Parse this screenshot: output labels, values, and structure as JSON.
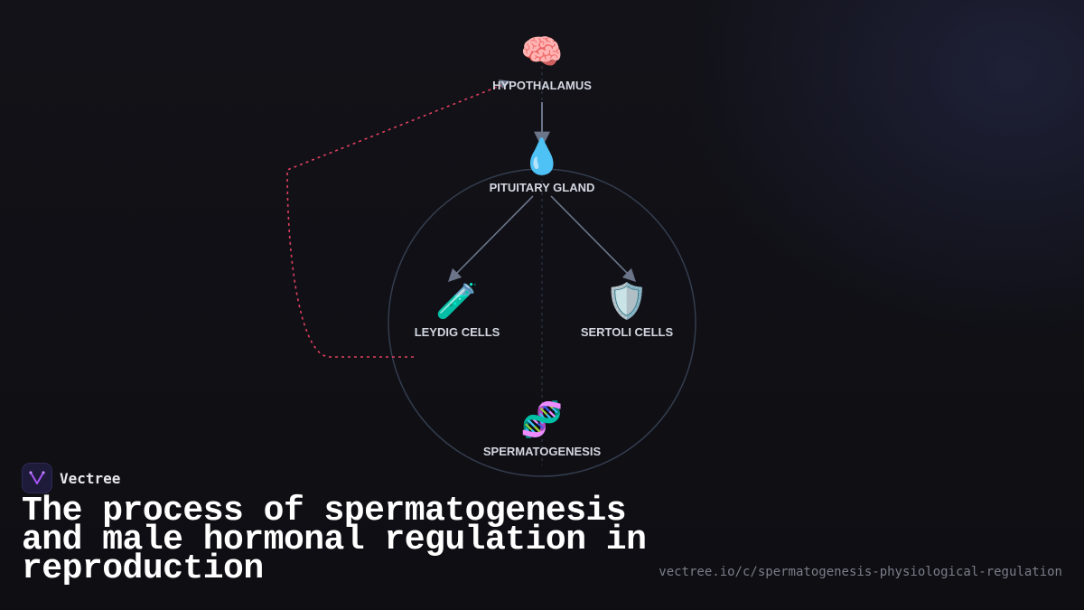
{
  "diagram": {
    "nodes": [
      {
        "id": "hypothalamus",
        "label": "HYPOTHALAMUS",
        "icon": "brain-icon",
        "glyph": "🧠"
      },
      {
        "id": "pituitary",
        "label": "PITUITARY GLAND",
        "icon": "droplet-icon",
        "glyph": "💧"
      },
      {
        "id": "leydig",
        "label": "LEYDIG CELLS",
        "icon": "test-tube-icon",
        "glyph": "🧪"
      },
      {
        "id": "sertoli",
        "label": "SERTOLI CELLS",
        "icon": "shield-icon",
        "glyph": "🛡️"
      },
      {
        "id": "spermatogenesis",
        "label": "SPERMATOGENESIS",
        "icon": "dna-icon",
        "glyph": "🧬"
      }
    ],
    "edges": [
      {
        "from": "hypothalamus",
        "to": "pituitary",
        "style": "solid"
      },
      {
        "from": "pituitary",
        "to": "leydig",
        "style": "solid"
      },
      {
        "from": "pituitary",
        "to": "sertoli",
        "style": "solid"
      },
      {
        "from": "leydig",
        "to": "hypothalamus",
        "style": "dashed-feedback"
      }
    ],
    "colors": {
      "arrow": "#6b7489",
      "feedback": "#e0405e",
      "circle": "#343d4e",
      "label": "#d4d7e0"
    }
  },
  "brand": {
    "name": "Vectree",
    "icon": "vectree-logo-icon"
  },
  "title": "The process of spermatogenesis and male hormonal regulation in reproduction",
  "url": "vectree.io/c/spermatogenesis-physiological-regulation"
}
